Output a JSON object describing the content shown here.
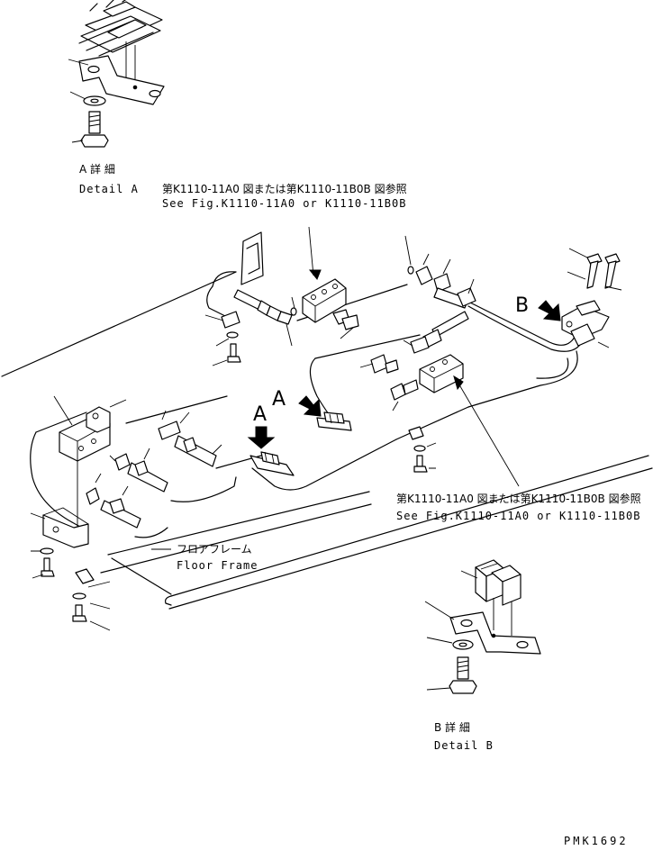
{
  "detail_a": {
    "title_jp": "A 詳 細",
    "title_en": "Detail A"
  },
  "detail_b": {
    "title_jp": "B 詳 細",
    "title_en": "Detail B"
  },
  "ref_top": {
    "jp": "第K1110-11A0 図または第K1110-11B0B 図参照",
    "en": "See Fig.K1110-11A0 or K1110-11B0B"
  },
  "ref_right": {
    "jp": "第K1110-11A0 図または第K1110-11B0B 図参照",
    "en": "See Fig.K1110-11A0 or K1110-11B0B"
  },
  "floor_frame": {
    "jp": "フロアフレーム",
    "en": "Floor Frame"
  },
  "view_labels": {
    "a1": "A",
    "a2": "A",
    "b": "B"
  },
  "drawing_code": "PMK1692"
}
